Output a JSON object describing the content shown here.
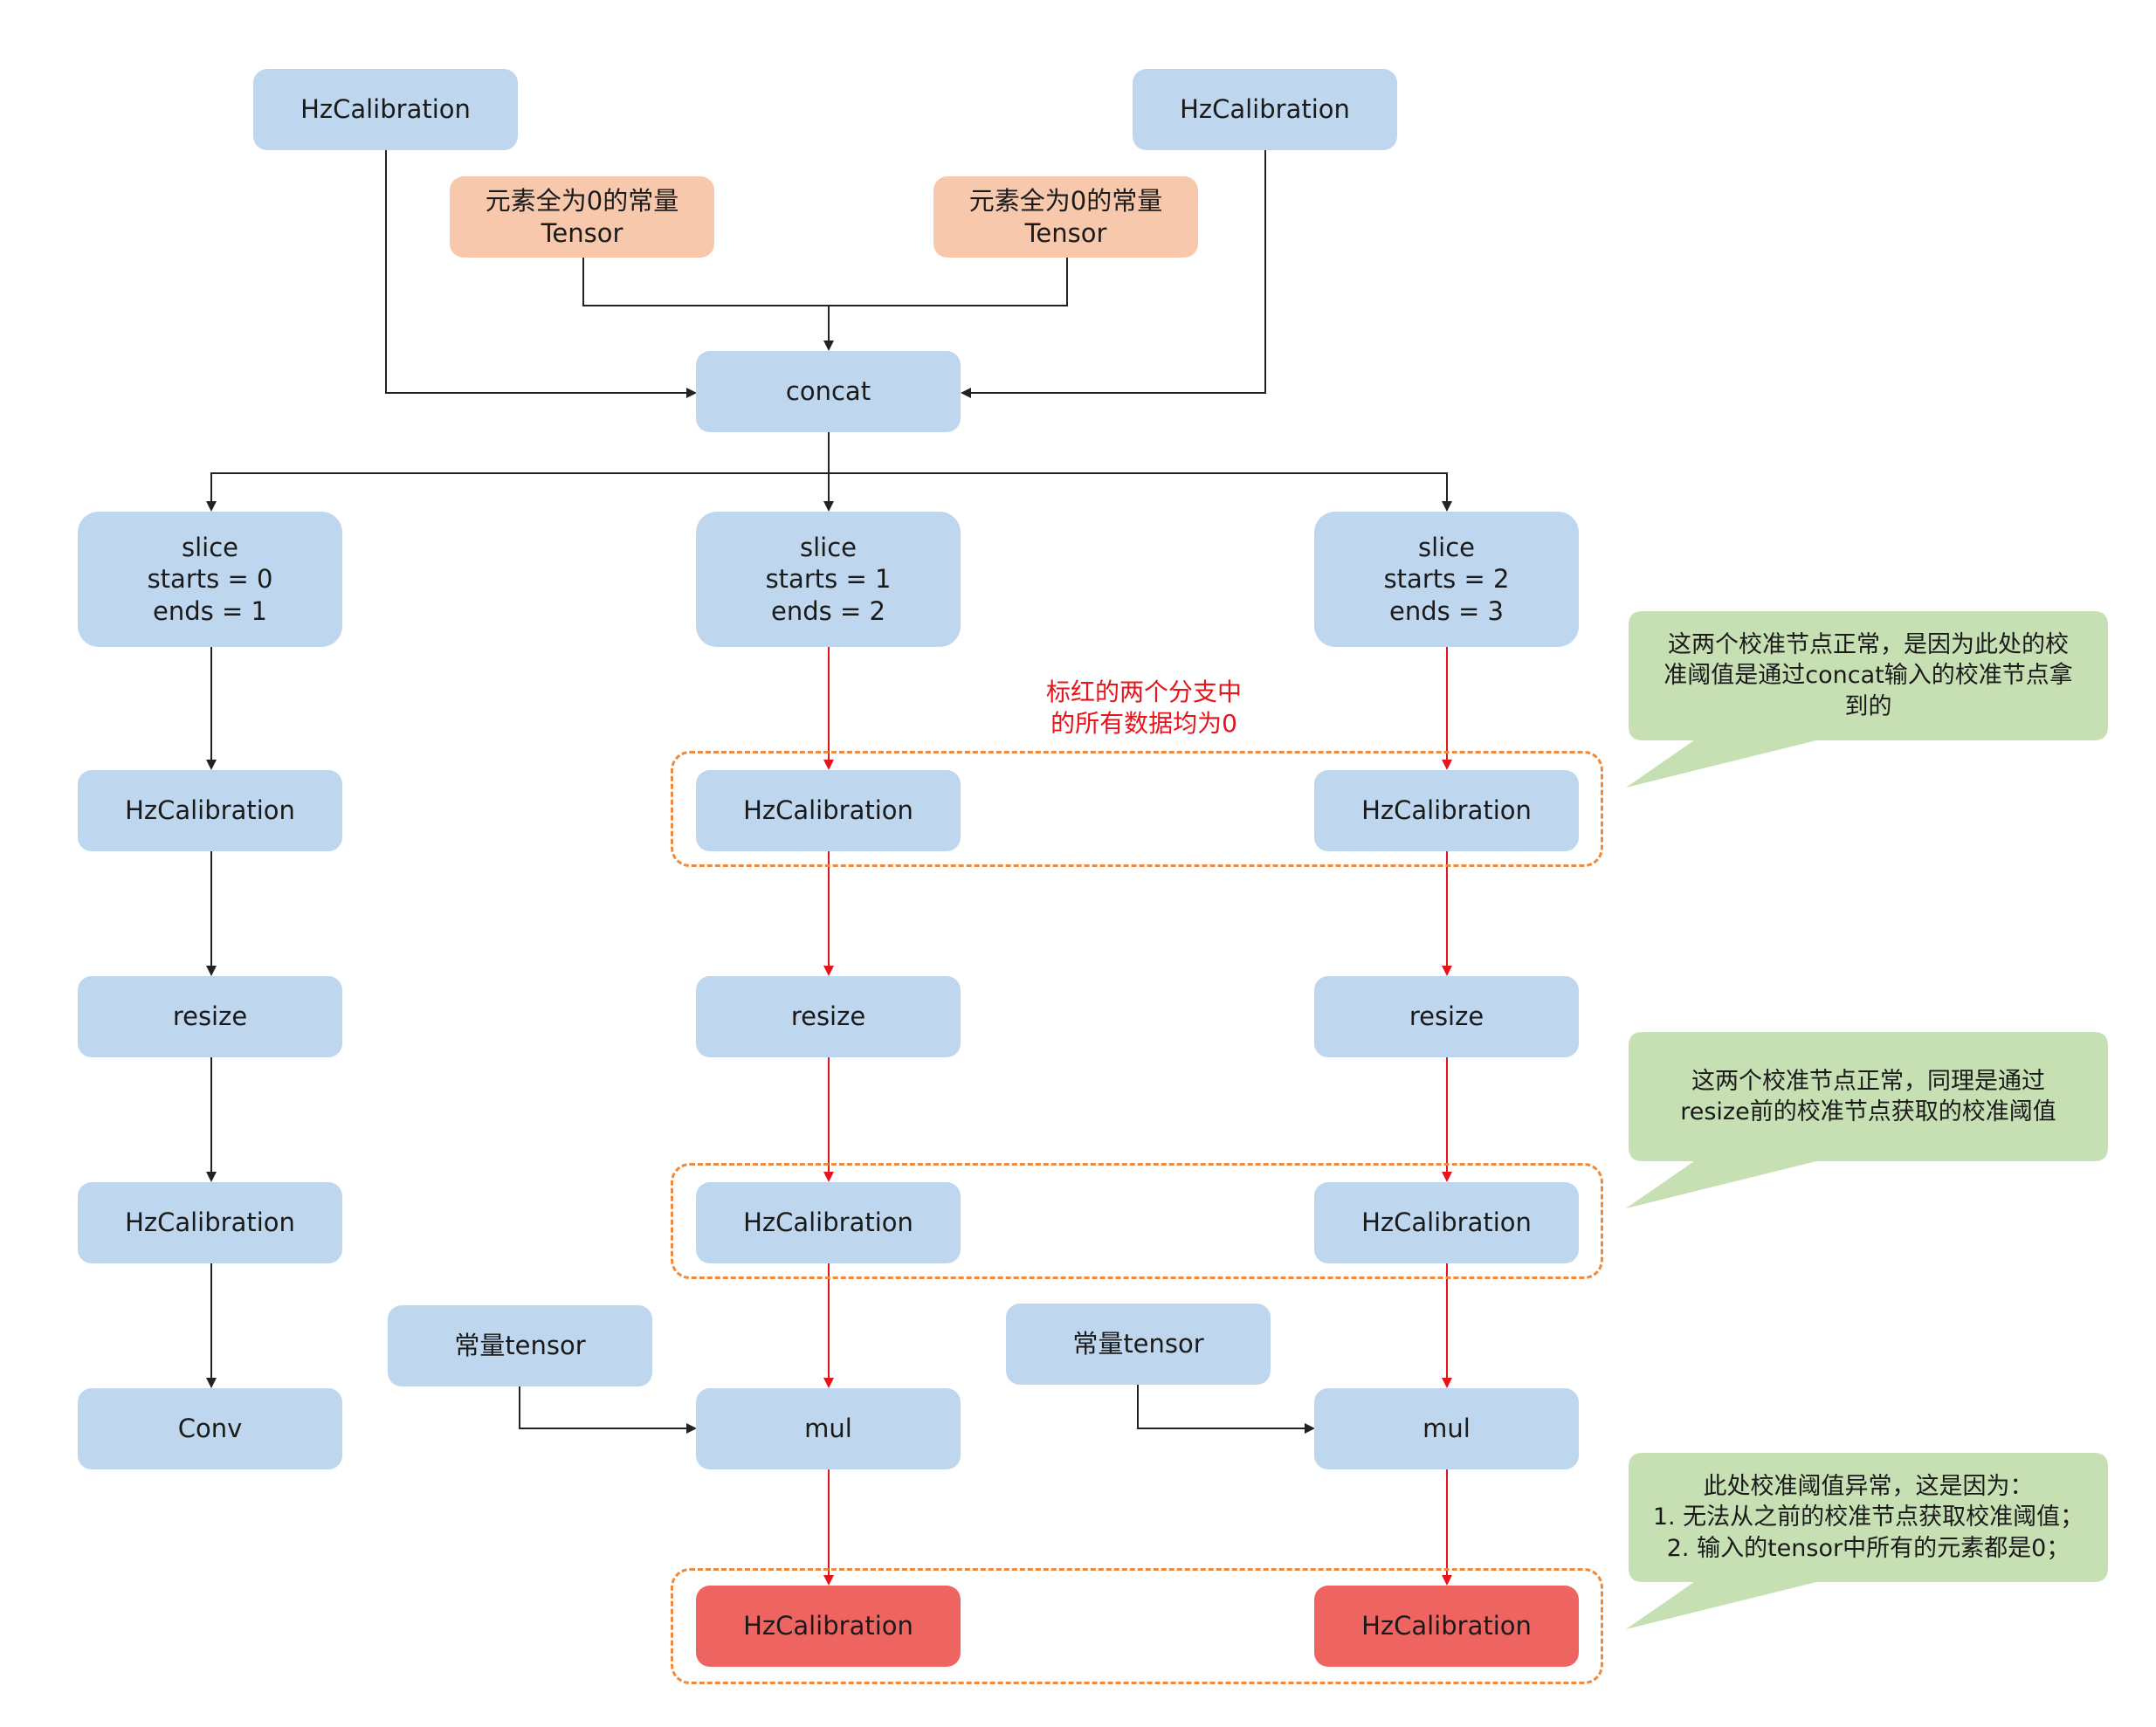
{
  "nodes": {
    "hz_top_left": "HzCalibration",
    "hz_top_right": "HzCalibration",
    "zero_tensor_left": [
      "元素全为0的常量",
      "Tensor"
    ],
    "zero_tensor_right": [
      "元素全为0的常量",
      "Tensor"
    ],
    "concat": "concat",
    "slice_0": [
      "slice",
      "starts = 0",
      "ends = 1"
    ],
    "slice_1": [
      "slice",
      "starts = 1",
      "ends = 2"
    ],
    "slice_2": [
      "slice",
      "starts = 2",
      "ends = 3"
    ],
    "hz_l1": "HzCalibration",
    "hz_m1": "HzCalibration",
    "hz_r1": "HzCalibration",
    "resize_l": "resize",
    "resize_m": "resize",
    "resize_r": "resize",
    "hz_l2": "HzCalibration",
    "hz_m2": "HzCalibration",
    "hz_r2": "HzCalibration",
    "const_tensor_m": "常量tensor",
    "const_tensor_r": "常量tensor",
    "conv": "Conv",
    "mul_m": "mul",
    "mul_r": "mul",
    "hz_m3": "HzCalibration",
    "hz_r3": "HzCalibration"
  },
  "red_note": [
    "标红的两个分支中",
    "的所有数据均为0"
  ],
  "callouts": {
    "c1": [
      "这两个校准节点正常，是因为此处的校",
      "准阈值是通过concat输入的校准节点拿",
      "到的"
    ],
    "c2": [
      "这两个校准节点正常，同理是通过",
      "resize前的校准节点获取的校准阈值"
    ],
    "c3": [
      "此处校准阈值异常，这是因为：",
      "1. 无法从之前的校准节点获取校准阈值；",
      "2. 输入的tensor中所有的元素都是0；"
    ]
  },
  "colors": {
    "node_blue": "#bed7ee",
    "node_orange": "#f8c8ad",
    "node_red": "#ee6461",
    "callout_green": "#c6e0b4",
    "wire_black": "#222222",
    "wire_red": "#e8141c",
    "dash_orange": "#f08a3a"
  }
}
